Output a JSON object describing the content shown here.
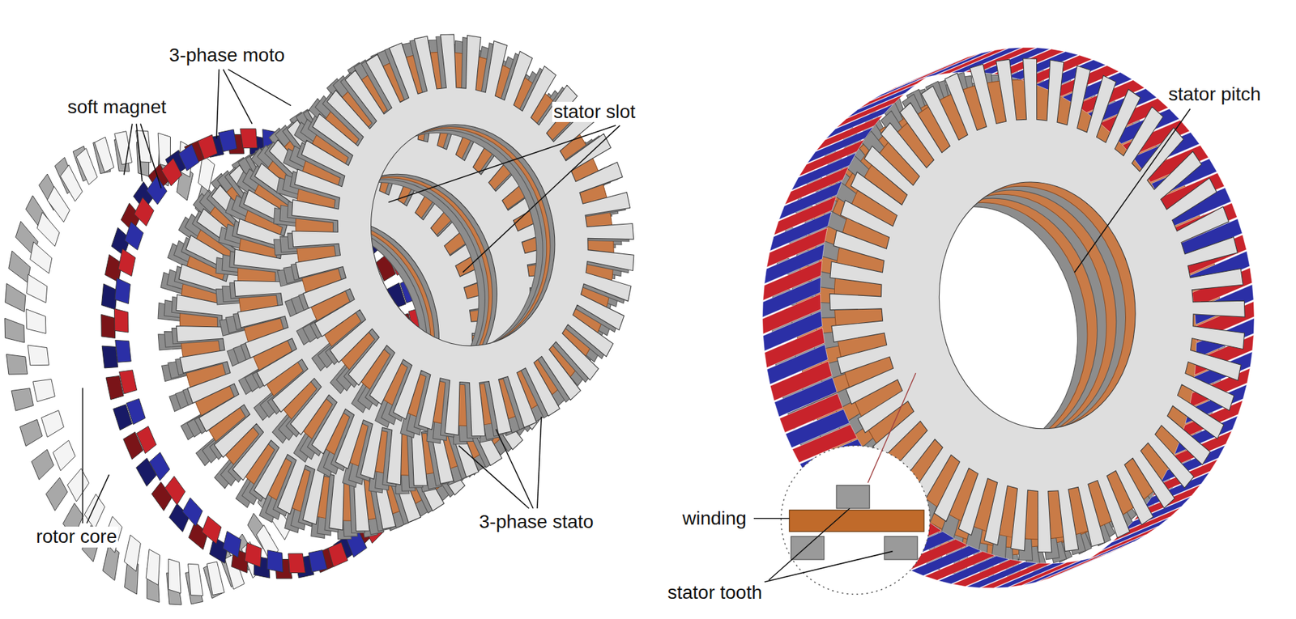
{
  "diagram": {
    "labels": [
      "soft magnet",
      "3-phase moto",
      "stator slot",
      "rotor core",
      "3-phase stato",
      "stator pitch",
      "winding",
      "stator tooth"
    ]
  }
}
